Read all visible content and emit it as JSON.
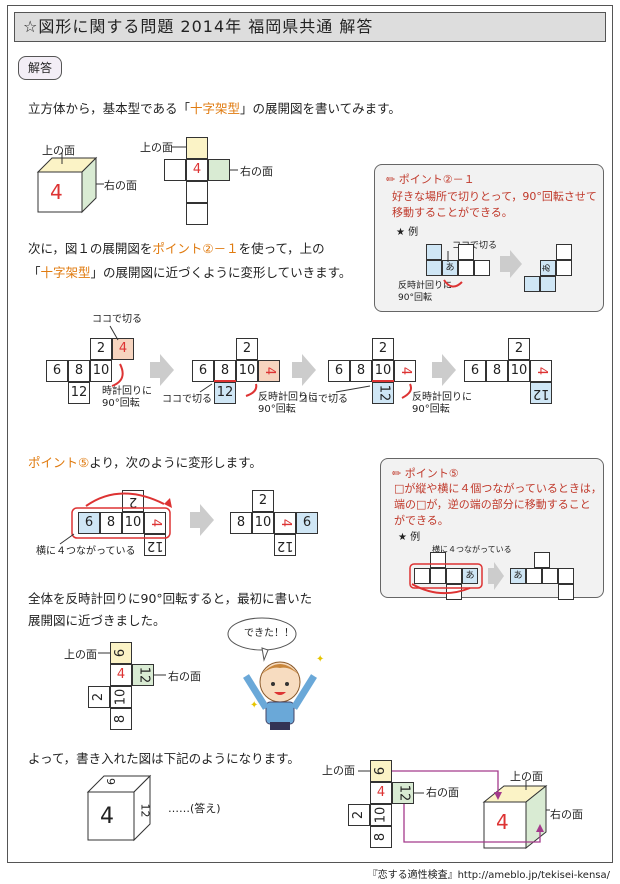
{
  "title": "☆図形に関する問題 2014年 福岡県共通 解答",
  "badge": "解答",
  "intro": {
    "pre": "立方体から，基本型である「",
    "hl": "十字架型",
    "post": "」の展開図を書いてみます。"
  },
  "labels": {
    "top_face": "上の面",
    "right_face": "右の面"
  },
  "cube_number": "4",
  "step_text": {
    "l1_pre": "次に，図１の展開図を",
    "l1_hl": "ポイント②－１",
    "l1_post": "を使って，上の",
    "l2_pre": "「",
    "l2_hl": "十字架型",
    "l2_post": "」の展開図に近づくように変形していきます。"
  },
  "point2": {
    "title": "ポイント②－１",
    "body": [
      "好きな場所で切りとって，90°回転させて",
      "移動することができる。"
    ],
    "example": "★ 例",
    "cut_here": "ココで切る",
    "rotate": [
      "反時計回りに",
      "90°回転"
    ],
    "a": "あ"
  },
  "seq": {
    "cut_here": "ココで切る",
    "cw": [
      "時計回りに",
      "90°回転"
    ],
    "ccw": [
      "反時計回りに",
      "90°回転"
    ],
    "n2": "2",
    "n4": "4",
    "n6": "6",
    "n8": "8",
    "n10": "10",
    "n12": "12"
  },
  "step5": {
    "hl": "ポイント⑤",
    "post": "より，次のように変形します。",
    "four_row": "横に４つながっている"
  },
  "point5": {
    "title": "ポイント⑤",
    "body": [
      "□が縦や横に４個つながっているときは，",
      "端の□が，逆の端の部分に移動すること",
      "ができる。"
    ],
    "example": "★ 例",
    "four_row": "横に４つながっている",
    "a": "あ"
  },
  "rotate_text": [
    "全体を反時計回りに90°回転すると，最初に書いた",
    "展開図に近づきました。"
  ],
  "speech": "できた！！",
  "final_text": "よって，書き入れた図は下記のようになります。",
  "answer": "……(答え)",
  "footer": "『恋する適性検査』http://ameblo.jp/tekisei-kensa/"
}
